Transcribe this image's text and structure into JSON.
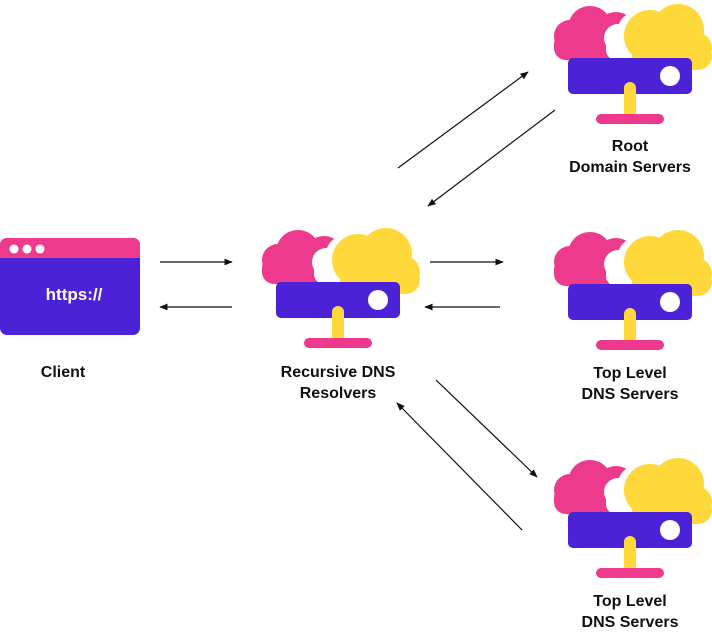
{
  "nodes": {
    "client": {
      "label": "Client",
      "url_text": "https://"
    },
    "resolver": {
      "label_line1": "Recursive DNS",
      "label_line2": "Resolvers"
    },
    "root": {
      "label_line1": "Root",
      "label_line2": "Domain Servers"
    },
    "tld_1": {
      "label_line1": "Top Level",
      "label_line2": "DNS Servers"
    },
    "tld_2": {
      "label_line1": "Top Level",
      "label_line2": "DNS Servers"
    }
  },
  "colors": {
    "pink": "#EE3A8C",
    "yellow": "#FFD93B",
    "purple": "#4B22D6",
    "white": "#FFFFFF",
    "arrow": "#111111"
  }
}
